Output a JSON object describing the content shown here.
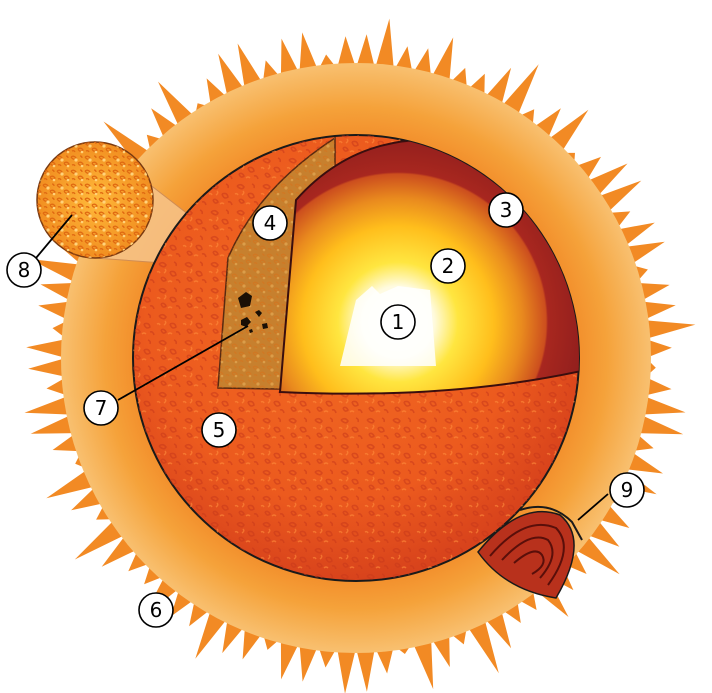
{
  "diagram": {
    "labels": [
      {
        "id": "core",
        "text": "1"
      },
      {
        "id": "radiative-zone",
        "text": "2"
      },
      {
        "id": "convective-zone",
        "text": "3"
      },
      {
        "id": "photosphere-cutaway",
        "text": "4"
      },
      {
        "id": "photosphere-surface",
        "text": "5"
      },
      {
        "id": "corona",
        "text": "6"
      },
      {
        "id": "sunspots",
        "text": "7"
      },
      {
        "id": "granules",
        "text": "8"
      },
      {
        "id": "prominence",
        "text": "9"
      }
    ],
    "colors": {
      "corona_outer": "#f3a32a",
      "corona_inner": "#f07c1e",
      "surface": "#ee5a1e",
      "surface_dark": "#c9361c",
      "core": "#ffffff",
      "radiative_mid": "#ffd21f",
      "convective": "#9c1f1f",
      "photosphere_cut": "#c77d2e",
      "sunspot": "#1a0f05",
      "prominence": "#b8311c"
    }
  }
}
